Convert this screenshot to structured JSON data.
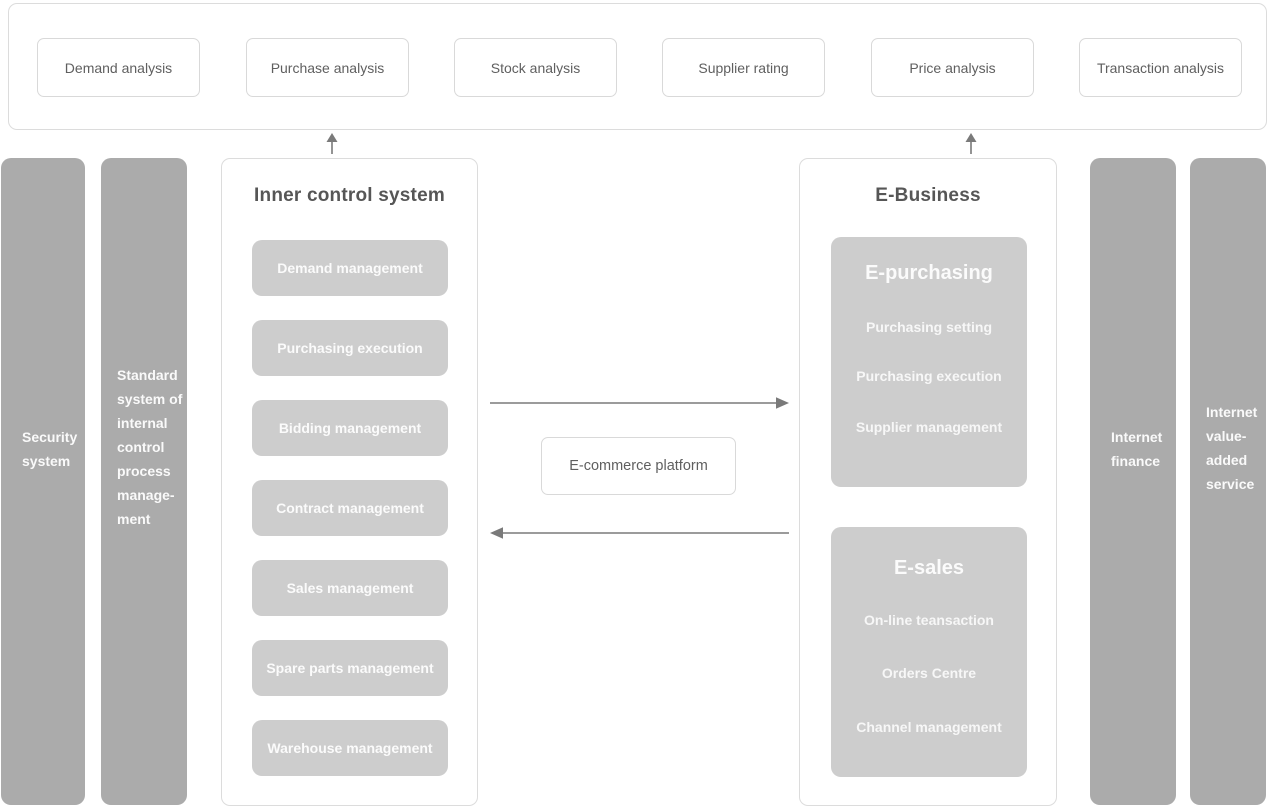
{
  "colors": {
    "bar_gray": "#ababab",
    "item_gray": "#cdcdcd",
    "border_gray": "#d9d9d9",
    "title_text": "#565656",
    "white_text": "#fafafa",
    "arrow_gray": "#7a7a7a"
  },
  "analysis_row": {
    "items": [
      "Demand analysis",
      "Purchase analysis",
      "Stock analysis",
      "Supplier rating",
      "Price analysis",
      "Transaction analysis"
    ]
  },
  "side_bars": {
    "security": "Security\nsystem",
    "standard": "Standard\nsystem of\ninternal\ncontrol\nprocess\nmanage-\nment",
    "internet_finance": "Internet\nfinance",
    "internet_value_added": "Internet\nvalue-\nadded\nservice"
  },
  "inner_control": {
    "title": "Inner control system",
    "items": [
      "Demand management",
      "Purchasing execution",
      "Bidding management",
      "Contract management",
      "Sales management",
      "Spare parts management",
      "Warehouse management"
    ]
  },
  "platform": {
    "label": "E-commerce platform"
  },
  "e_business": {
    "title": "E-Business",
    "e_purchasing": {
      "title": "E-purchasing",
      "items": [
        "Purchasing setting",
        "Purchasing execution",
        "Supplier management"
      ]
    },
    "e_sales": {
      "title": "E-sales",
      "items": [
        "On-line teansaction",
        "Orders Centre",
        "Channel management"
      ]
    }
  },
  "icons": {
    "up_arrows": "arrow-up",
    "flow_right": "arrow-right",
    "flow_left": "arrow-left"
  }
}
